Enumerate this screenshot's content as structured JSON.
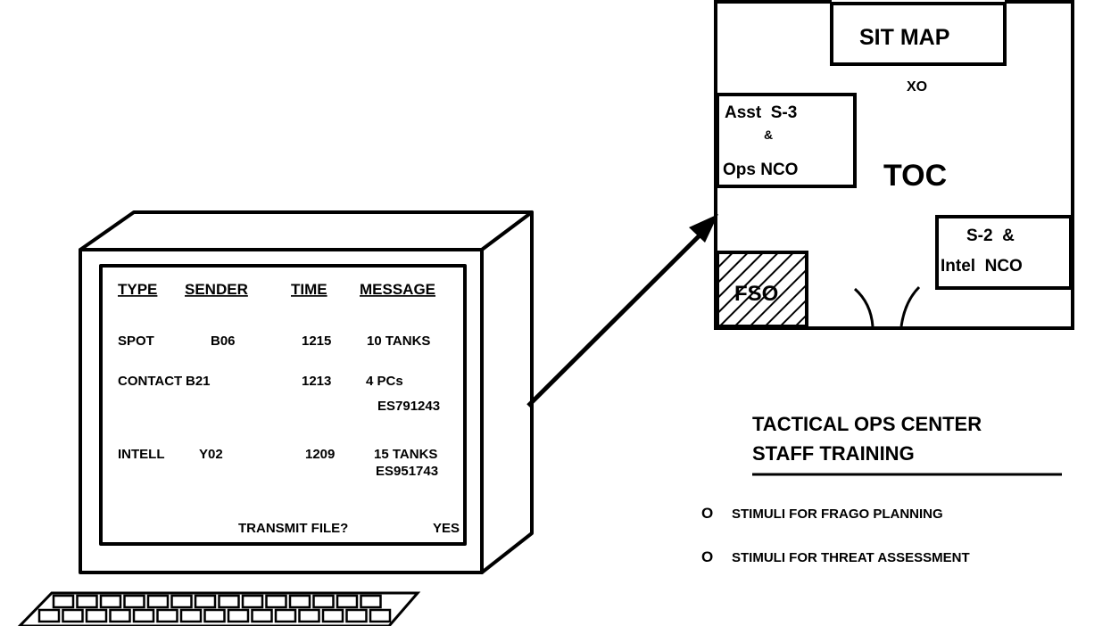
{
  "terminal": {
    "headers": {
      "type": "TYPE",
      "sender": "SENDER",
      "time": "TIME",
      "message": "MESSAGE"
    },
    "rows": [
      {
        "type": "SPOT",
        "sender": "B06",
        "time": "1215",
        "message": "10 TANKS",
        "extra": ""
      },
      {
        "type": "CONTACT",
        "sender": "B21",
        "time": "1213",
        "message": "4 PCs",
        "extra": "ES791243"
      },
      {
        "type": "INTELL",
        "sender": "Y02",
        "time": "1209",
        "message": "15 TANKS",
        "extra": "ES951743"
      }
    ],
    "prompt": "TRANSMIT FILE?",
    "prompt_answer": "YES"
  },
  "toc": {
    "sit_map": "SIT MAP",
    "xo": "XO",
    "asst_line1": "Asst  S-3",
    "asst_line2": "&",
    "asst_line3": "Ops NCO",
    "center": "TOC",
    "s2_line1": "S-2  &",
    "s2_line2": "Intel  NCO",
    "fso": "FSO"
  },
  "legend": {
    "title_line1": "TACTICAL OPS CENTER",
    "title_line2": "STAFF TRAINING",
    "bullet_marker": "O",
    "bullets": [
      "STIMULI FOR FRAGO PLANNING",
      "STIMULI FOR THREAT ASSESSMENT"
    ]
  }
}
